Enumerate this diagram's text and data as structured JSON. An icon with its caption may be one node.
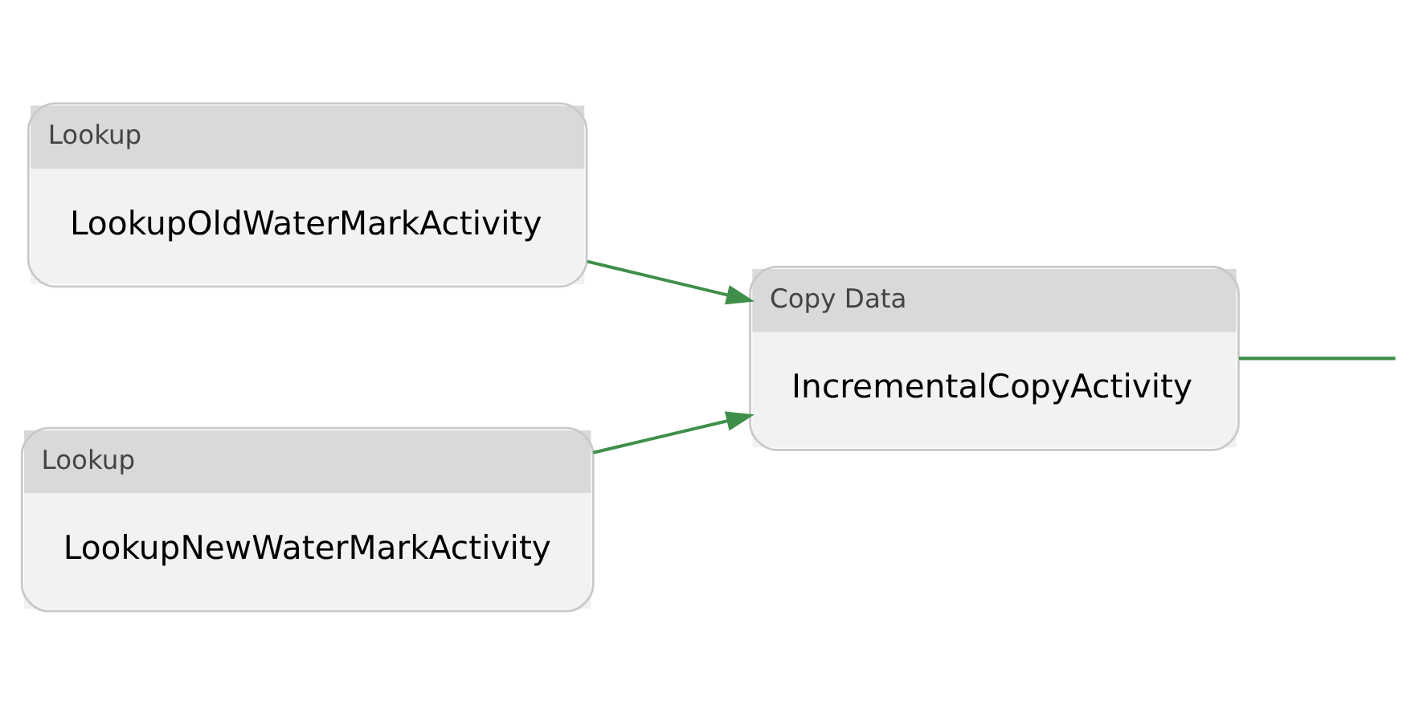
{
  "diagram": {
    "nodes": [
      {
        "text": [
          "Lookup",
          "LookupOldWaterMarkActivity"
        ]
      },
      {
        "text": [
          "Lookup",
          "LookupNewWaterMarkActivity"
        ]
      },
      {
        "text": [
          "Copy Data",
          "IncrementalCopyActivity"
        ]
      }
    ],
    "edges": [
      {
        "from": 0,
        "to": 2,
        "arrow": "to",
        "color": "#3f8f4a"
      },
      {
        "from": 1,
        "to": 2,
        "arrow": "to",
        "color": "#3f8f4a"
      },
      {
        "from": 2,
        "to": null,
        "arrow": "none",
        "color": "#3f8f4a"
      }
    ]
  }
}
